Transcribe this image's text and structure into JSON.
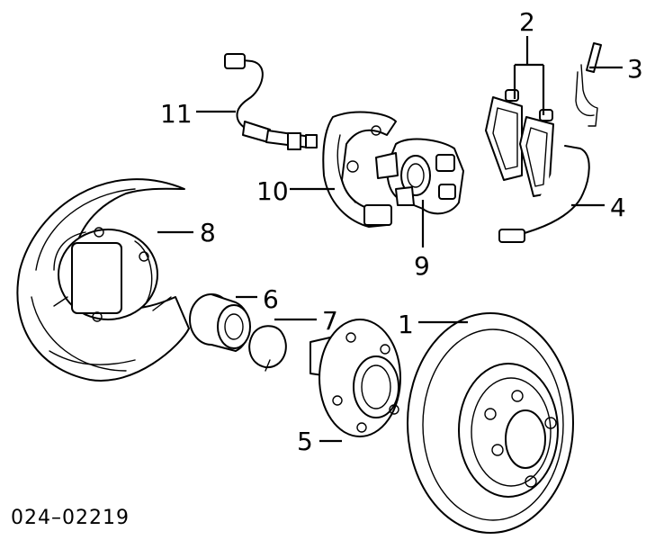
{
  "diagram": {
    "callouts": [
      {
        "id": "1",
        "label": "1"
      },
      {
        "id": "2",
        "label": "2"
      },
      {
        "id": "3",
        "label": "3"
      },
      {
        "id": "4",
        "label": "4"
      },
      {
        "id": "5",
        "label": "5"
      },
      {
        "id": "6",
        "label": "6"
      },
      {
        "id": "7",
        "label": "7"
      },
      {
        "id": "8",
        "label": "8"
      },
      {
        "id": "9",
        "label": "9"
      },
      {
        "id": "10",
        "label": "10"
      },
      {
        "id": "11",
        "label": "11"
      }
    ],
    "figure_code": "024–02219",
    "line_color": "#000000",
    "background": "#ffffff"
  }
}
